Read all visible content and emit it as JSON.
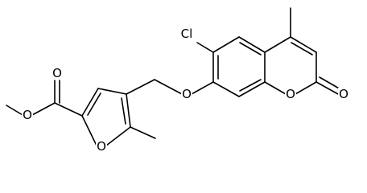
{
  "diagram": {
    "type": "chemical-structure",
    "line_color": "#000000",
    "background": "#ffffff",
    "atom_labels": {
      "chlorine": "Cl",
      "ether_oxygen": "O",
      "lactone_ring_oxygen": "O",
      "lactone_carbonyl_oxygen": "O",
      "furan_ring_oxygen": "O",
      "ester_carbonyl_oxygen": "O",
      "ester_methoxy_oxygen": "O"
    }
  }
}
